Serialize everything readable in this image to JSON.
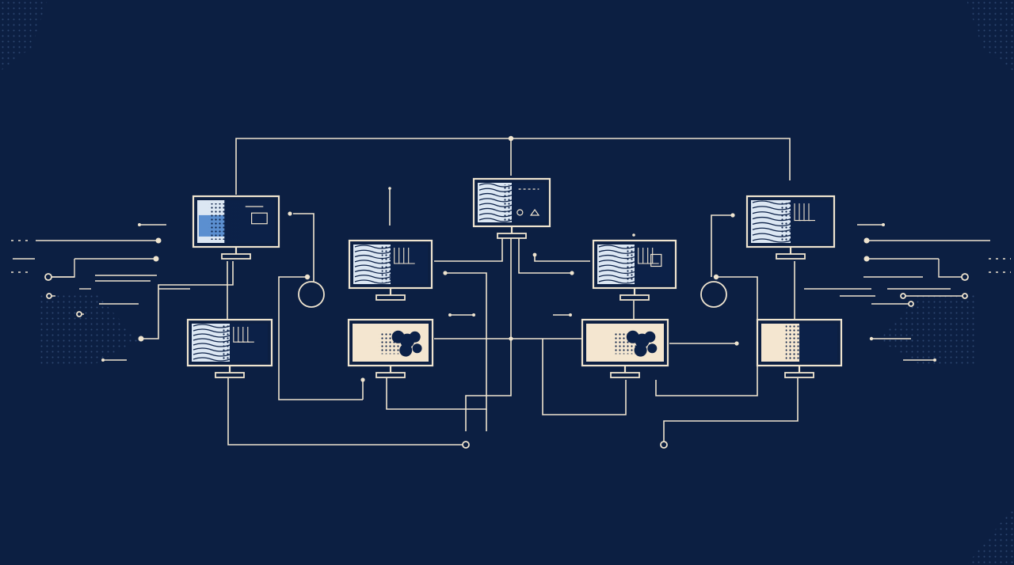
{
  "colors": {
    "background": "#0c1f42",
    "line": "#efe4cf",
    "screen_dark": "#0c2148",
    "screen_cream": "#f4e6d0",
    "screen_light": "#dce7f3",
    "accent_blue": "#5b8fd0"
  },
  "nodes": [
    {
      "id": "left-top",
      "screen": "blue-pattern"
    },
    {
      "id": "left-bottom",
      "screen": "contour"
    },
    {
      "id": "center-left-top",
      "screen": "contour"
    },
    {
      "id": "center-left-bottom",
      "screen": "cream-cloud"
    },
    {
      "id": "center-top",
      "screen": "contour-symbols"
    },
    {
      "id": "center-right-top",
      "screen": "circuit"
    },
    {
      "id": "center-right-bottom",
      "screen": "cream-cloud"
    },
    {
      "id": "right-top",
      "screen": "contour"
    },
    {
      "id": "right-bottom",
      "screen": "cream-pattern"
    }
  ],
  "icons": [
    "monitor-icon",
    "node-ring-icon",
    "junction-dot-icon"
  ]
}
